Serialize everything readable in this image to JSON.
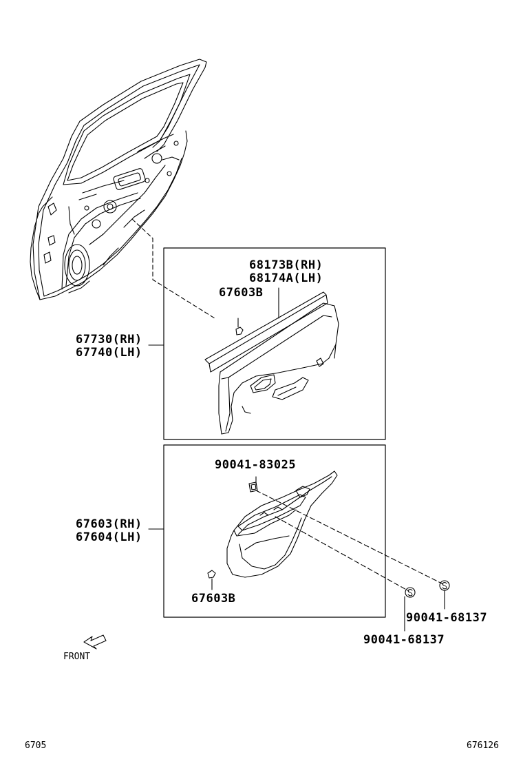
{
  "diagram": {
    "upper_box": {
      "clip_rh": "68173B(RH)",
      "clip_lh": "68174A(LH)",
      "clip_part": "67603B",
      "panel_rh": "67730(RH)",
      "panel_lh": "67740(LH)"
    },
    "lower_box": {
      "screw": "90041-83025",
      "armrest_rh": "67603(RH)",
      "armrest_lh": "67604(LH)",
      "clip_part": "67603B"
    },
    "fastener_1": "90041-68137",
    "fastener_2": "90041-68137",
    "front_label": "FRONT",
    "page_left_code": "6705",
    "page_right_code": "676126"
  }
}
